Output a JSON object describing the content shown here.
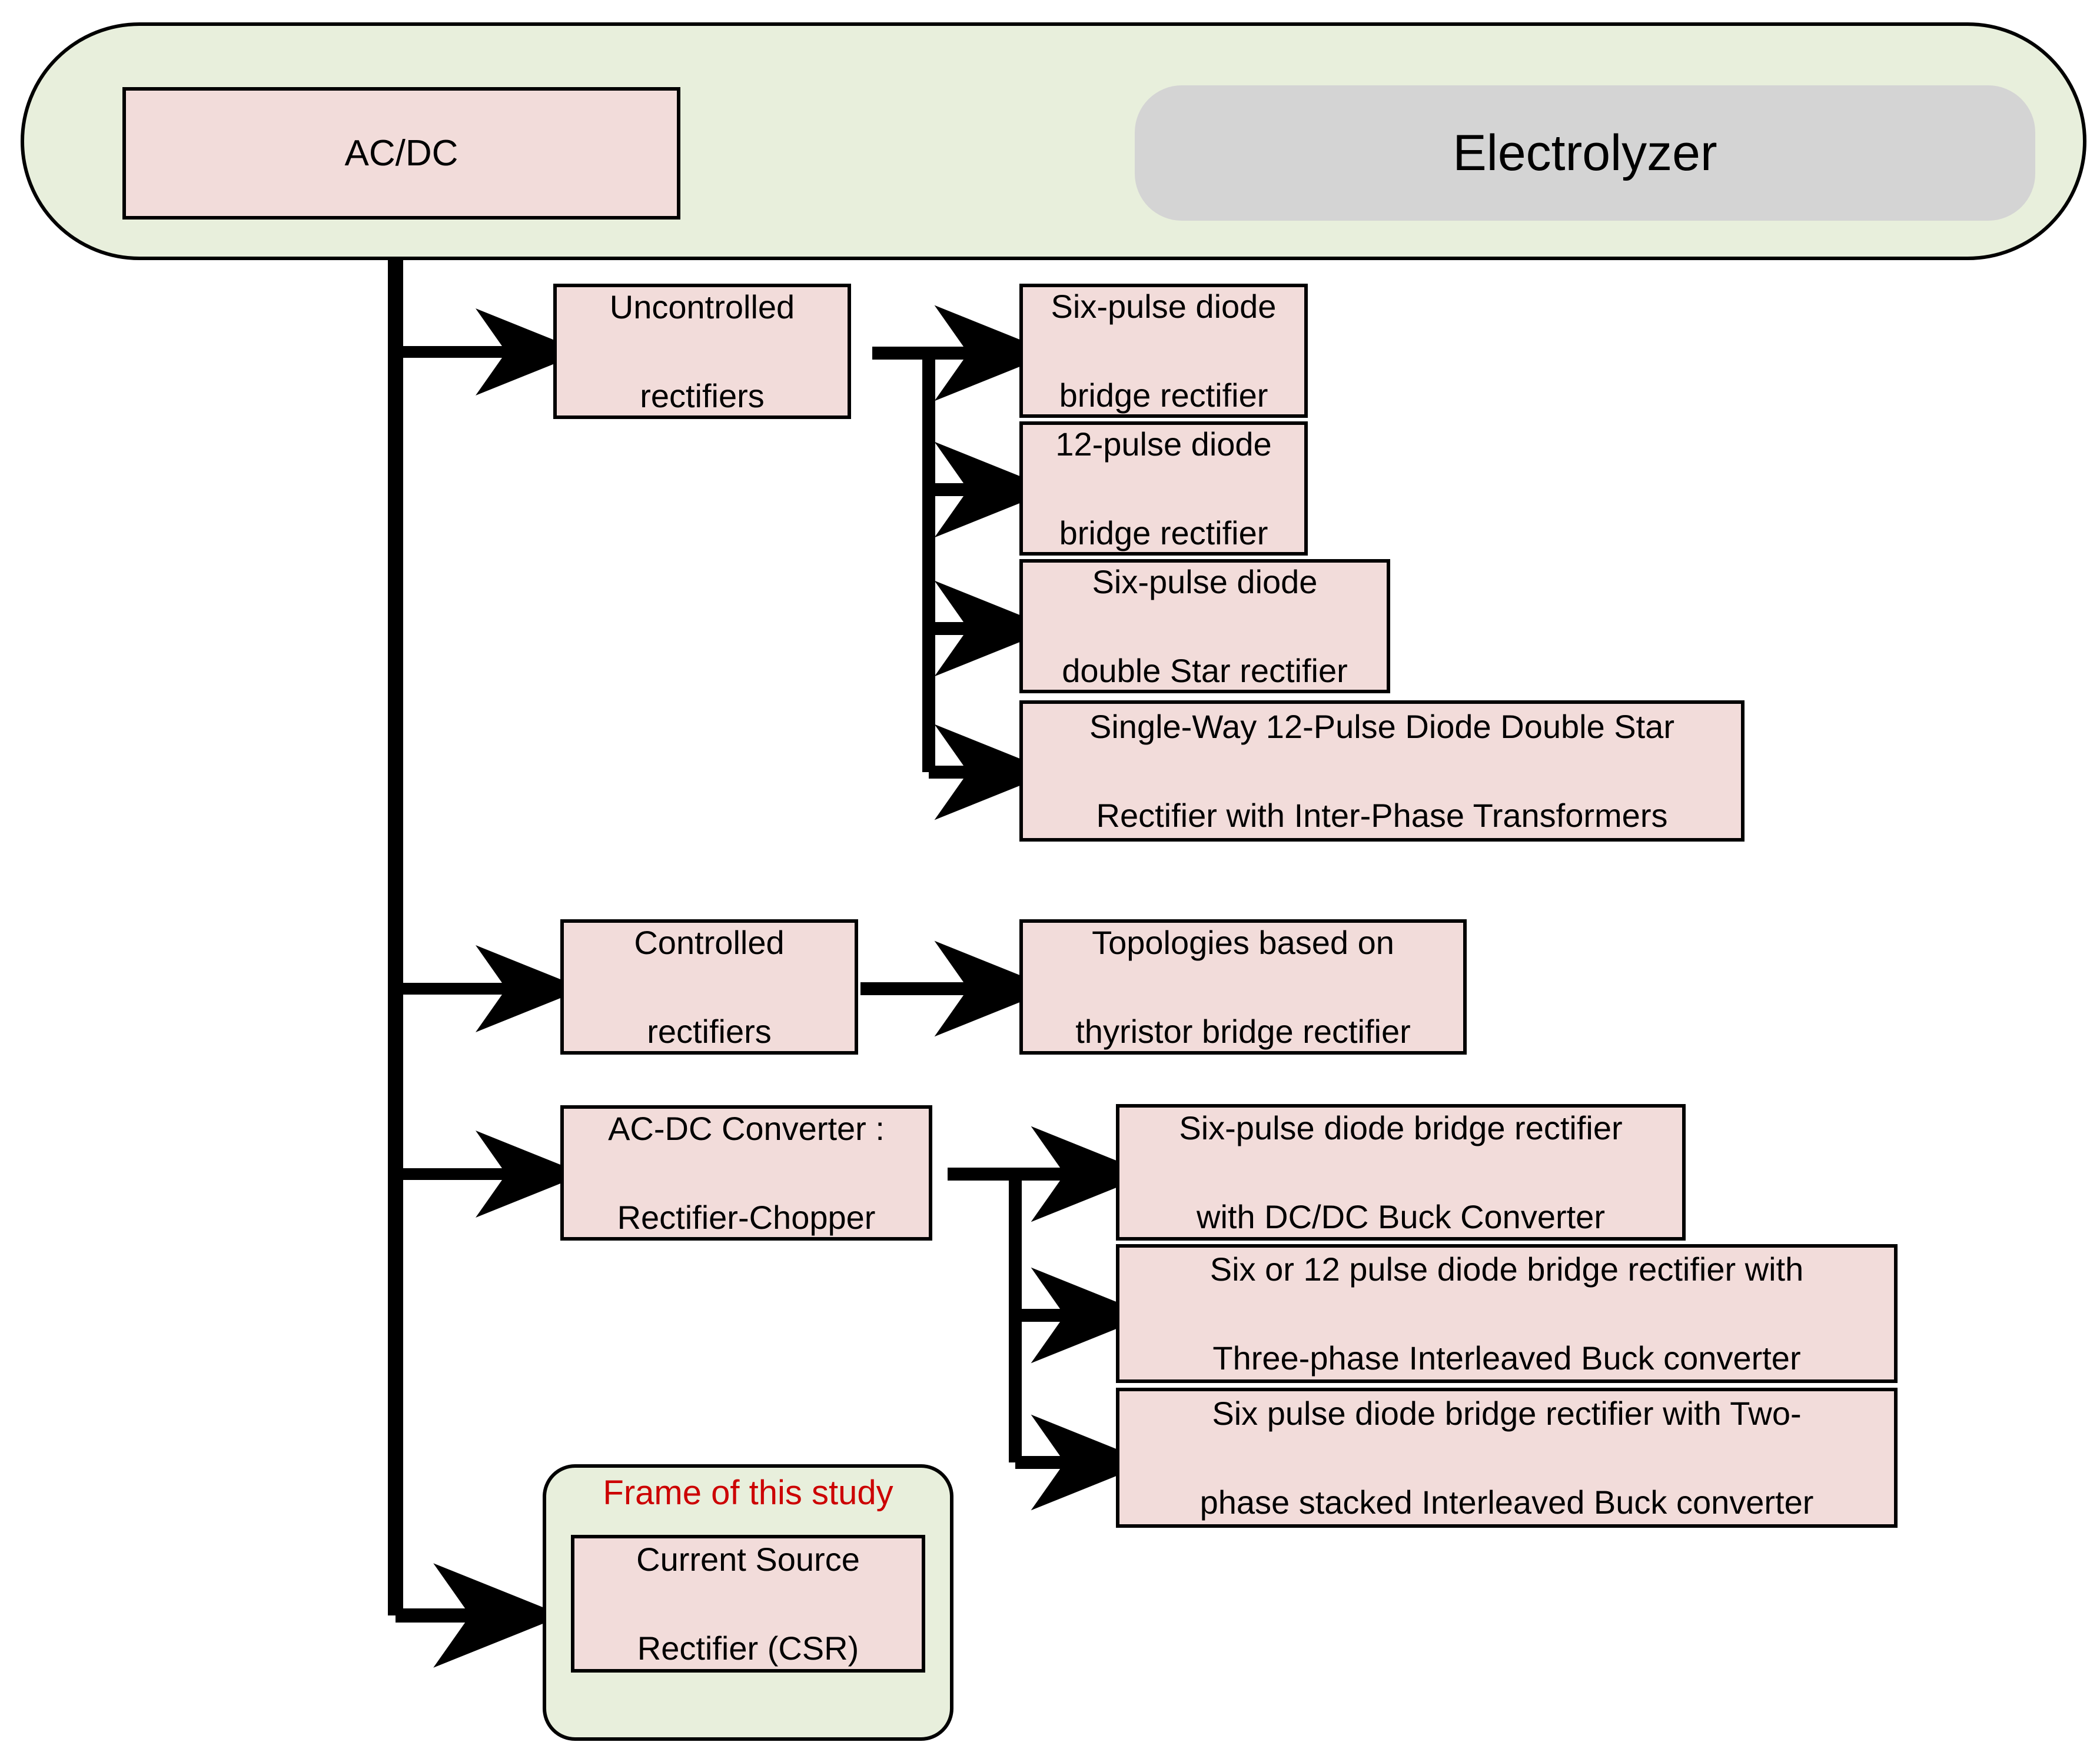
{
  "diagram": {
    "title_colors": {
      "node_fill": "#f2dcda",
      "group_fill": "#e8efdc",
      "electrolyzer_fill": "#d4d4d4",
      "stroke": "#000000",
      "highlight_text": "#cc0000"
    },
    "top_group": {
      "source": {
        "label": "AC/DC"
      },
      "target": {
        "label": "Electrolyzer"
      }
    },
    "branches": [
      {
        "id": "uncontrolled",
        "label": "Uncontrolled\nrectifiers",
        "label_line1": "Uncontrolled",
        "label_line2": "rectifiers",
        "children": [
          {
            "line1": "Six-pulse diode",
            "line2": "bridge rectifier"
          },
          {
            "line1": "12-pulse diode",
            "line2": "bridge rectifier"
          },
          {
            "line1": "Six-pulse diode",
            "line2": "double Star rectifier"
          },
          {
            "line1": "Single-Way 12-Pulse Diode Double Star",
            "line2": "Rectifier with Inter-Phase Transformers"
          }
        ]
      },
      {
        "id": "controlled",
        "label_line1": "Controlled",
        "label_line2": "rectifiers",
        "children": [
          {
            "line1": "Topologies based on",
            "line2": "thyristor bridge rectifier"
          }
        ]
      },
      {
        "id": "rectifier-chopper",
        "label_line1": "AC-DC Converter :",
        "label_line2": "Rectifier-Chopper",
        "children": [
          {
            "line1": "Six-pulse diode bridge rectifier",
            "line2": "with DC/DC Buck Converter"
          },
          {
            "line1": "Six or 12 pulse diode bridge rectifier with",
            "line2": "Three-phase Interleaved Buck converter"
          },
          {
            "line1": "Six pulse diode bridge rectifier with Two-",
            "line2": "phase stacked Interleaved Buck converter"
          }
        ]
      },
      {
        "id": "csr",
        "frame_label": "Frame of this study",
        "label_line1": "Current Source",
        "label_line2": "Rectifier (CSR)",
        "children": []
      }
    ]
  }
}
